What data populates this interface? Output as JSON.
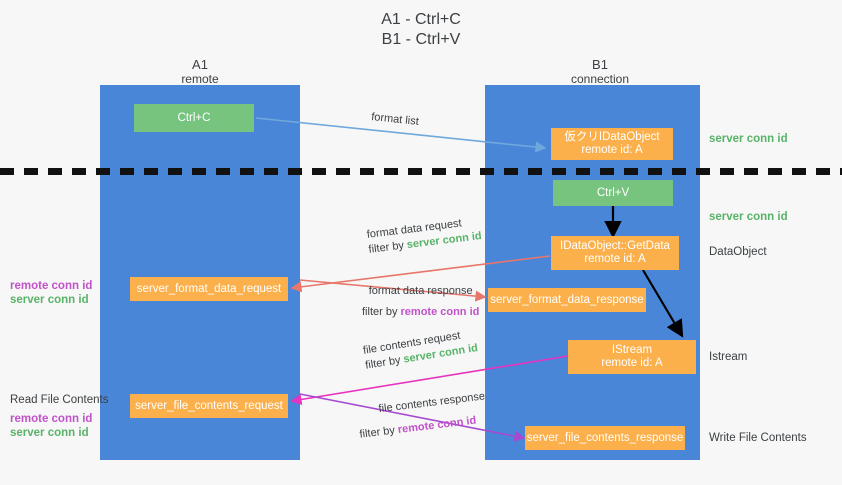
{
  "title": {
    "line1": "A1 - Ctrl+C",
    "line2": "B1 - Ctrl+V"
  },
  "columns": [
    {
      "name": "A1",
      "sub": "remote"
    },
    {
      "name": "B1",
      "sub": "connection"
    }
  ],
  "boxes": {
    "ctrl_c": "Ctrl+C",
    "ctrl_v": "Ctrl+V",
    "idataobject": {
      "line1": "仮クリIDataObject",
      "line2": "remote id: A"
    },
    "getdata": {
      "line1": "IDataObject::GetData",
      "line2": "remote id: A"
    },
    "istream": {
      "line1": "IStream",
      "line2": "remote id: A"
    },
    "server_format_data_request": "server_format_data_request",
    "server_format_data_response": "server_format_data_response",
    "server_file_contents_request": "server_file_contents_request",
    "server_file_contents_response": "server_file_contents_response"
  },
  "right_labels": {
    "server_conn_id_top": "server conn id",
    "server_conn_id_mid": "server conn id",
    "dataobject": "DataObject",
    "istream": "Istream",
    "write_file_contents": "Write File Contents"
  },
  "left_labels": {
    "remote_conn_id_1": "remote conn id",
    "server_conn_id_1": "server conn id",
    "read_file_contents": "Read File Contents",
    "remote_conn_id_2": "remote conn id",
    "server_conn_id_2": "server conn id"
  },
  "arrow_captions": {
    "format_list": "format list",
    "format_data_request": "format data request",
    "format_data_request_filter_prefix": "filter by ",
    "format_data_request_filter_value": "server conn id",
    "format_data_response": "format data response",
    "format_data_response_filter_prefix": "filter by ",
    "format_data_response_filter_value": "remote conn id",
    "file_contents_request": "file contents request",
    "file_contents_request_filter_prefix": "filter by ",
    "file_contents_request_filter_value": "server conn id",
    "file_contents_response": "file contents response",
    "file_contents_response_filter_prefix": "filter by ",
    "file_contents_response_filter_value": "remote conn id"
  },
  "colors": {
    "lane": "#4a86d8",
    "green_box": "#77c47f",
    "orange_box": "#fbb04c",
    "server_conn_id": "#58b368",
    "remote_conn_id": "#c152c9",
    "arrow_blue": "#6fa8dc",
    "arrow_red": "#e8766a",
    "arrow_magenta": "#e833c0",
    "arrow_purple": "#a64ad1",
    "arrow_black": "#000000",
    "background": "#f7f7f7"
  }
}
